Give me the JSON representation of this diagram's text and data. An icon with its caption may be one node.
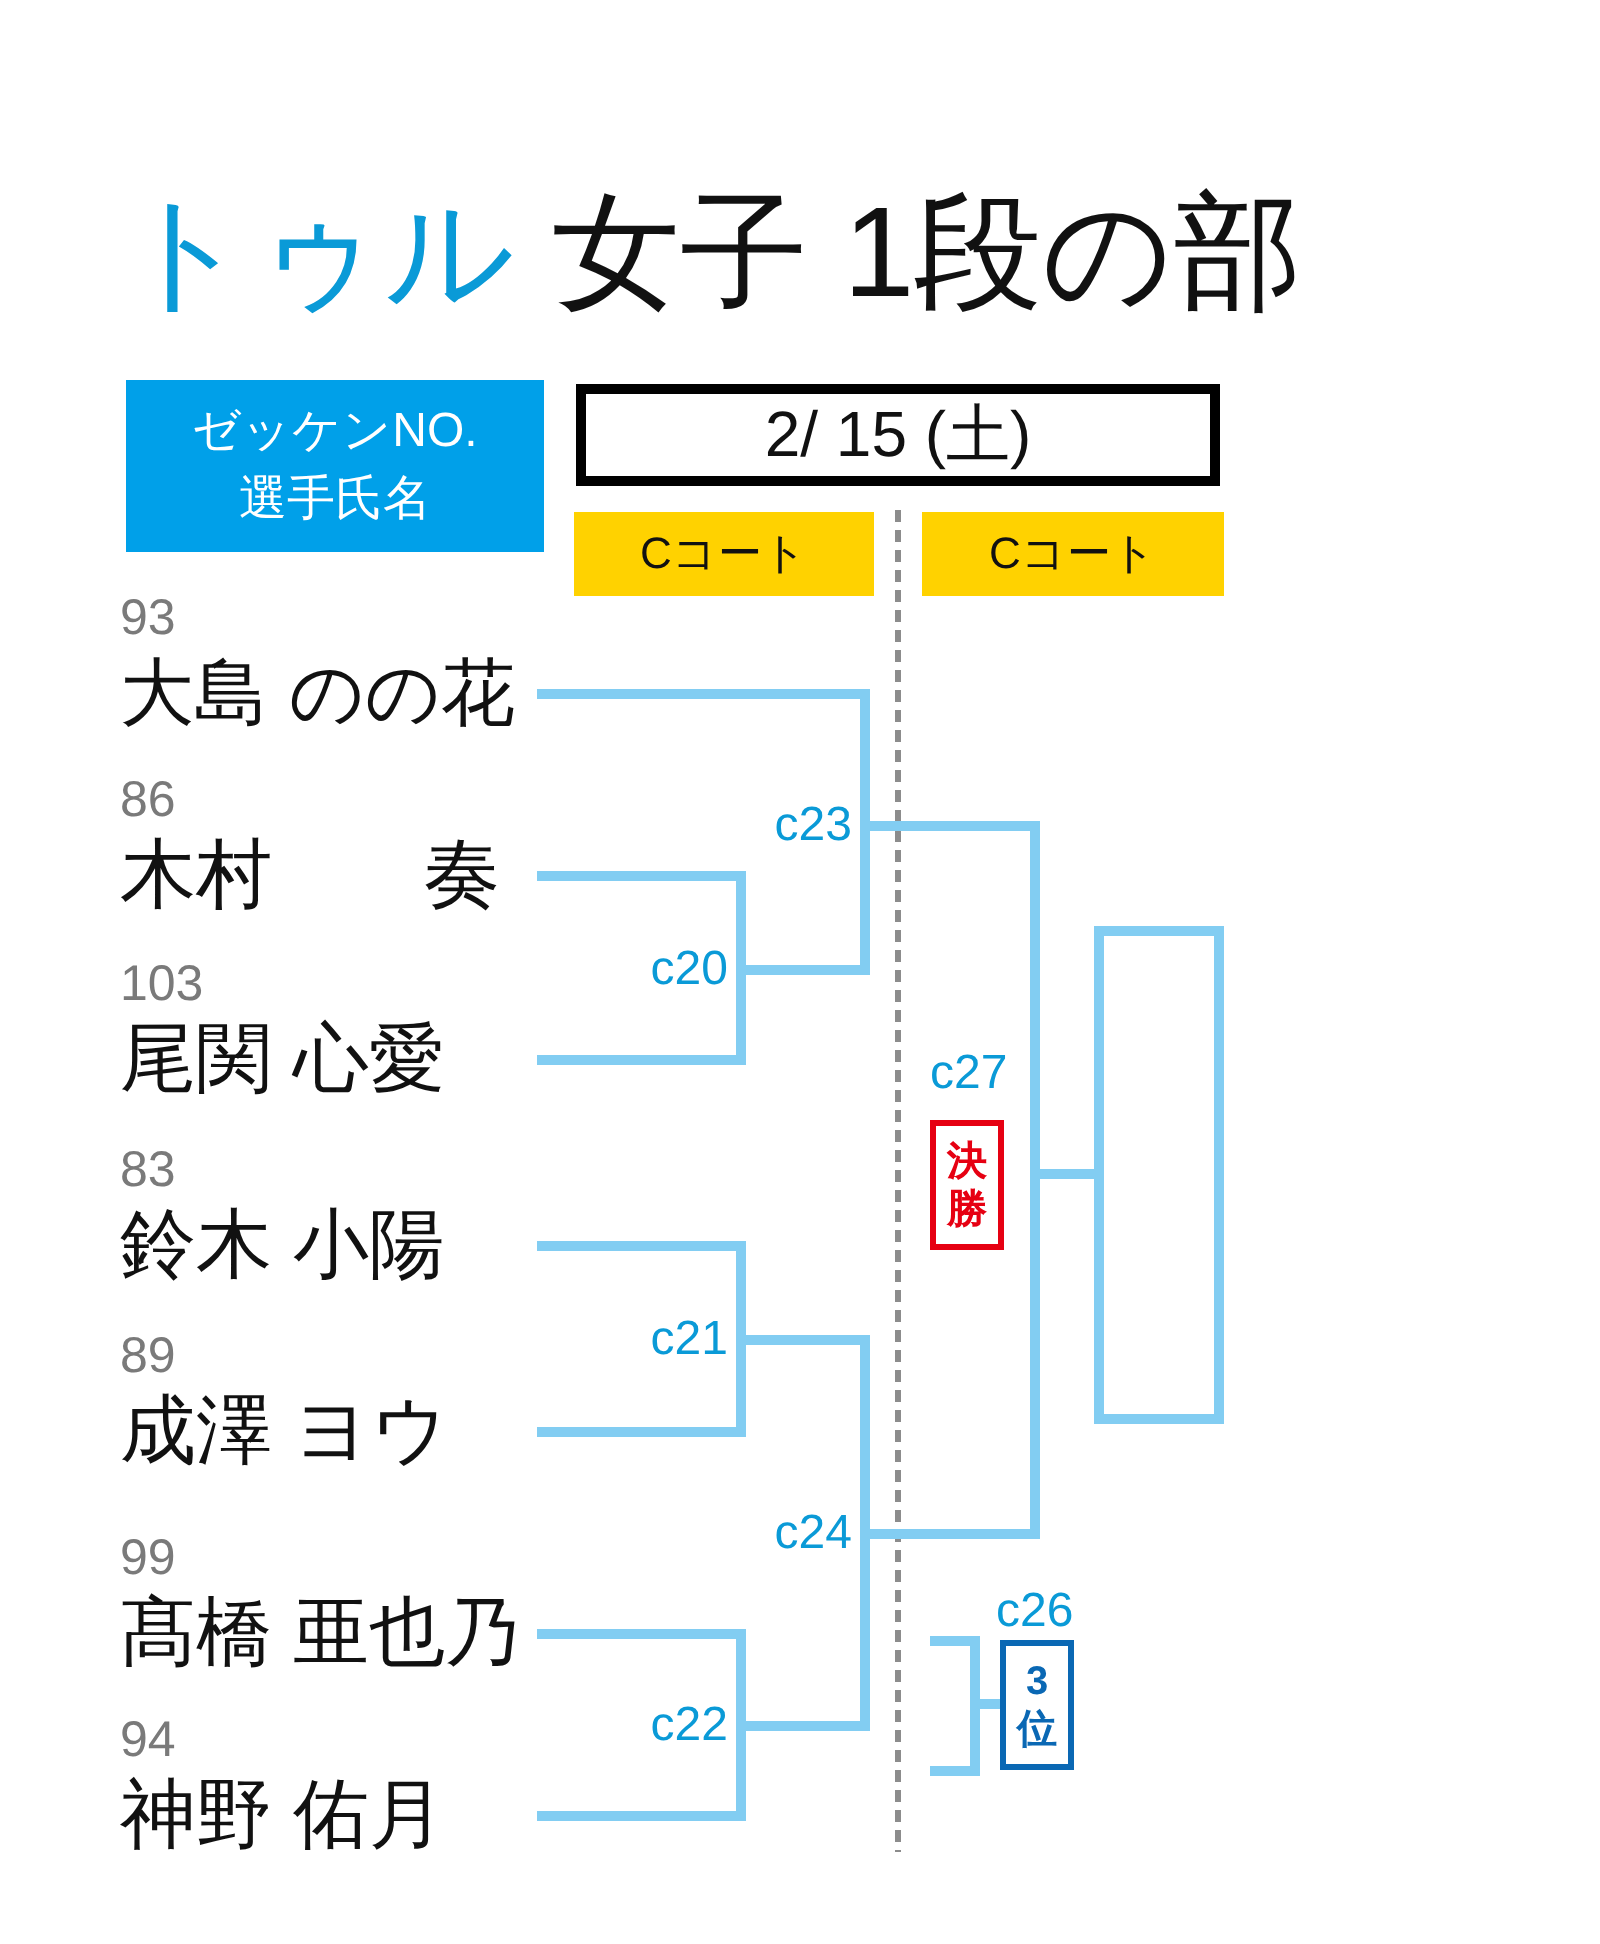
{
  "diagram": {
    "title": "トゥル 女子 1段の部",
    "nodes": [
      {
        "text": [
          "ゼッケンNO.",
          "選手氏名"
        ]
      },
      {
        "text": [
          "2/ 15 (土)"
        ]
      },
      {
        "text": [
          "Cコート"
        ]
      },
      {
        "text": [
          "Cコート"
        ]
      },
      {
        "text": [
          "93",
          "大島 のの花"
        ]
      },
      {
        "text": [
          "86",
          "木村　　奏"
        ]
      },
      {
        "text": [
          "103",
          "尾関 心愛"
        ]
      },
      {
        "text": [
          "83",
          "鈴木 小陽"
        ]
      },
      {
        "text": [
          "89",
          "成澤 ヨウ"
        ]
      },
      {
        "text": [
          "99",
          "髙橋 亜也乃"
        ]
      },
      {
        "text": [
          "94",
          "神野 佑月"
        ]
      },
      {
        "text": [
          "c20"
        ]
      },
      {
        "text": [
          "c21"
        ]
      },
      {
        "text": [
          "c22"
        ]
      },
      {
        "text": [
          "c23"
        ]
      },
      {
        "text": [
          "c24"
        ]
      },
      {
        "text": [
          "c27"
        ]
      },
      {
        "text": [
          "決勝"
        ],
        "in": 16
      },
      {
        "text": [],
        "shape": "box"
      },
      {
        "text": [
          "c26"
        ]
      },
      {
        "text": [
          "3位"
        ],
        "in": 19
      }
    ],
    "edges": [
      {
        "from": 4,
        "to": 14,
        "arrow": "none"
      },
      {
        "from": 5,
        "to": 11,
        "arrow": "none"
      },
      {
        "from": 6,
        "to": 11,
        "arrow": "none"
      },
      {
        "from": 7,
        "to": 12,
        "arrow": "none"
      },
      {
        "from": 8,
        "to": 12,
        "arrow": "none"
      },
      {
        "from": 9,
        "to": 13,
        "arrow": "none"
      },
      {
        "from": 10,
        "to": 13,
        "arrow": "none"
      },
      {
        "from": 11,
        "to": 14,
        "arrow": "none"
      },
      {
        "from": 12,
        "to": 15,
        "arrow": "none"
      },
      {
        "from": 13,
        "to": 15,
        "arrow": "none"
      },
      {
        "from": 14,
        "to": 16,
        "arrow": "none"
      },
      {
        "from": 15,
        "to": 16,
        "arrow": "none"
      },
      {
        "from": 16,
        "to": 18,
        "arrow": "none"
      },
      {
        "from": null,
        "to": 19,
        "arrow": "none"
      },
      {
        "from": null,
        "to": 19,
        "arrow": "none"
      }
    ]
  }
}
